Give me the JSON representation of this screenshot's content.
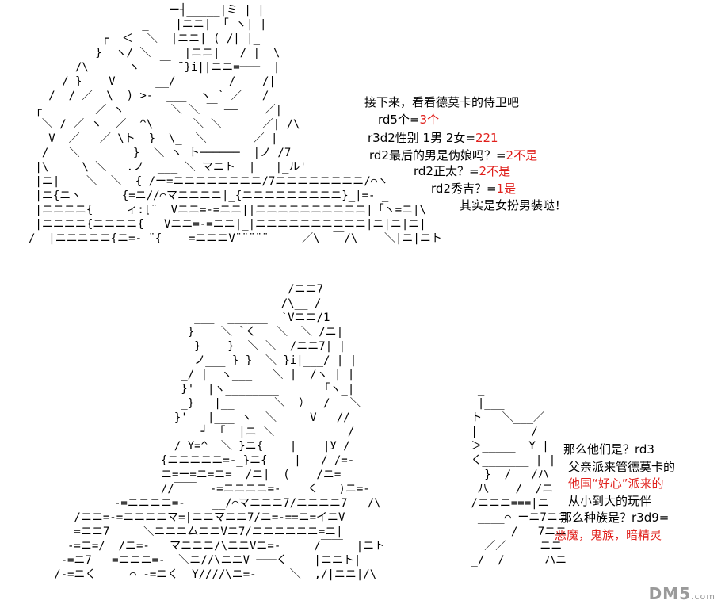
{
  "art": {
    "top": "                     ー┤_____|ミ | |\n                 _    |ニニ| 「 ヽ| |\n           ┌  ＜  ＼  |ニニ| ( /| |_\n          }  ヽ/ ＼___  |ニニ|   / |  \\\n       /\\      ヽ   ￣ ̄¨}i||ニニ=───  |\n     / }    V      __/        /    /|\n   /  / ／  \\  ) >-  ___  ヽ ` ／   / \n ┌        ／ ヽ       ＼ ＼ ￣ ──    ／|\n  ＼ / ／ ヽ  ／  ^\\      ＼ ＼      ／| /\\\n   V  ／   ／ \\ト  }  \\_  ＼       ／ | \n  /   ＼        }  ＼ ヽ ト──────  |ノ /7\n |\\     \\ ＼   .ノ  ___ ＼ マニト  |   |_ル'\n |ニ|    ＼  ＼  { /ー=ニニニニニニニニ/7ニニニニニニニニ/⌒ヽ\n |ニ{ニヽ      {=ニ//⌒マニニニニ|_{ニニニニニニニニニ}_|=- _\n |ニニニニ{____ ィ:[¨  Vニニ=-=ニニ||ニニニニニニニニニニ|「ヽ=ニ|\\\n |ニニニニ{ニニニニ{   Vニニ=-=ニニ|_|ニニニニニニニニニニ|ニ|ニ|ニ|\n/  |ニニニニニ{ニ=- ¨{    =ニニニV¨¨¨¨¨     ／\\  ￣/\\    ＼|ニ|ニト",
    "bottom": "                                        /ニニ7\n                                       /\\__ /\n                          ___  ______  `Vニニ/1\n                         }__  ＼ `く   ＼  ＼ /ニ|\n                          }    }  ＼ ＼  /ニニ7| |\n                          ノ___ } }  ＼ }i|___/ | |\n                        _/ |  ヽ___   ＼ |  /ヽ | |\n                        }'  |ヽ________      「ヽ_|\n                        _}   |__      ＼  ）  /   ＼\n                       }'   |___ ヽ  ＼     V   //\n                           ┘ 「  |ニ ＼___        /\n                       / Y=^  ＼ }ニ{    |    |У /\n                     {ニニニニニ=-_}ニ{    |   / /=-\n                     ニ=ー=ニ=ニ=  /ニ|  (    /ニ=\n                  ___//￣￣  -=ニニニニ=-    く___)ニ=-\n              -=ニニニニ=-    __/⌒マニニニ7/ニニニニ7   /\\\n        /ニニ=-=ニニニニマ=|ニニマニニ7/ニ=-==ニ=イニV\n        =ニニ7     ＼ニニニ厶ニニVニ7/ニニニニニニ=ニ|\n       -=ニ=/  /ニ=-   マニニニ/\\ニニVニ=-     /￣￣  |ニト\n      -=ニ7   =ニニニ=-  ＼ニ//\\ニニV ───く    |ニニト|\n     /-=ニく     ⌒ -=ニく  Y////\\ニ=-     ＼  ,/|ニニ|/\\",
    "bottom_right": "  _\n  |___\n ト   ＼___／\n |______  /\n ＞_____  Y |\n く_______ | |\n   }  /   /ハ\n  八__  /  /ニ\n /ニニニ===|ニ\n  ____⌒ ーニ7ニニ\n       /   7ニニ\n   ／／     ニニ\n _/  /      ハニ"
  },
  "dialogue": {
    "line1": "接下来，看看德莫卡的侍卫吧",
    "line2_label": "rd5个=",
    "line2_value": "3个",
    "line3_label": "r3d2性别 1男 2女=",
    "line3_value": "221",
    "line4_label": "rd2最后的男是伪娘吗？=",
    "line4_value": "2不是",
    "line5_label": "rd2正太？=",
    "line5_value": "2不是",
    "line6_label": "rd2秀吉？=",
    "line6_value": "1是",
    "line7": "其实是女扮男装哒！",
    "line8": "那么他们是？rd3",
    "line9": "父亲派来管德莫卡的",
    "line10": "他国“好心”派来的",
    "line11": "从小到大的玩伴",
    "line12_label": "那么种族是？r3d9=",
    "line13": "恶魔，鬼族，暗精灵"
  },
  "watermark": {
    "brand": "DM5",
    "suffix": ".com"
  },
  "colors": {
    "highlight": "#e0201c",
    "text": "#000000",
    "watermark": "#9a9a9a"
  }
}
